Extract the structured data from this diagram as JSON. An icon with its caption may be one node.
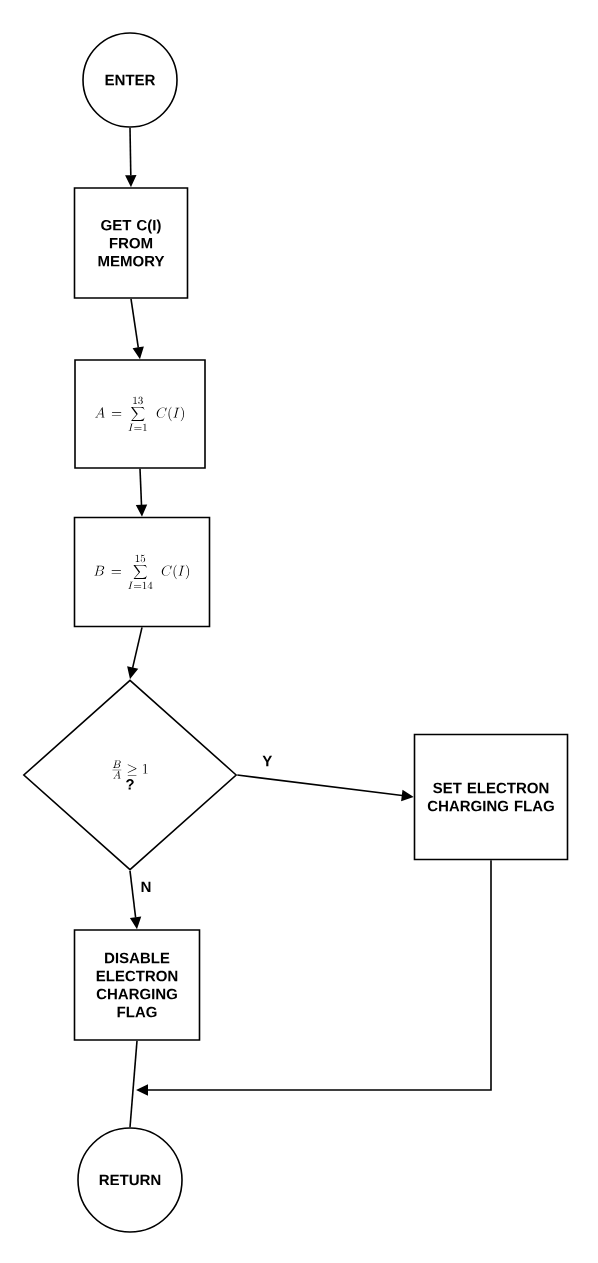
{
  "diagram": {
    "nodes": [
      {
        "text": [
          "ENTER"
        ]
      },
      {
        "text": [
          "GET C(I) FROM MEMORY"
        ]
      },
      {
        "text": [
          "A = \\sum_{I = 1}^{13} \\; C(I)"
        ]
      },
      {
        "text": [
          "B = \\sum_{I = 14}^{15} \\; C(I)"
        ]
      },
      {
        "text": [
          "\\frac{B}{A} \\geq 1",
          "?"
        ]
      },
      {
        "text": [
          "SET ELECTRON CHARGING FLAG"
        ]
      },
      {
        "text": [
          "DISABLE ELECTRON CHARGING FLAG"
        ]
      },
      {
        "text": [
          "RETURN"
        ]
      }
    ],
    "edges": [
      {
        "from": 0,
        "to": 1,
        "arrow": "to"
      },
      {
        "from": 1,
        "to": 2,
        "arrow": "to"
      },
      {
        "from": 2,
        "to": 3,
        "arrow": "to"
      },
      {
        "from": 3,
        "to": 4,
        "arrow": "to"
      },
      {
        "from": 4,
        "to": 5,
        "arrow": "to",
        "label": "Y"
      },
      {
        "from": 4,
        "to": 6,
        "arrow": "to",
        "label": "N"
      },
      {
        "from": 6,
        "to": 7,
        "arrow": "none"
      },
      {
        "from": 5,
        "to": 7,
        "arrow": "to"
      }
    ]
  }
}
